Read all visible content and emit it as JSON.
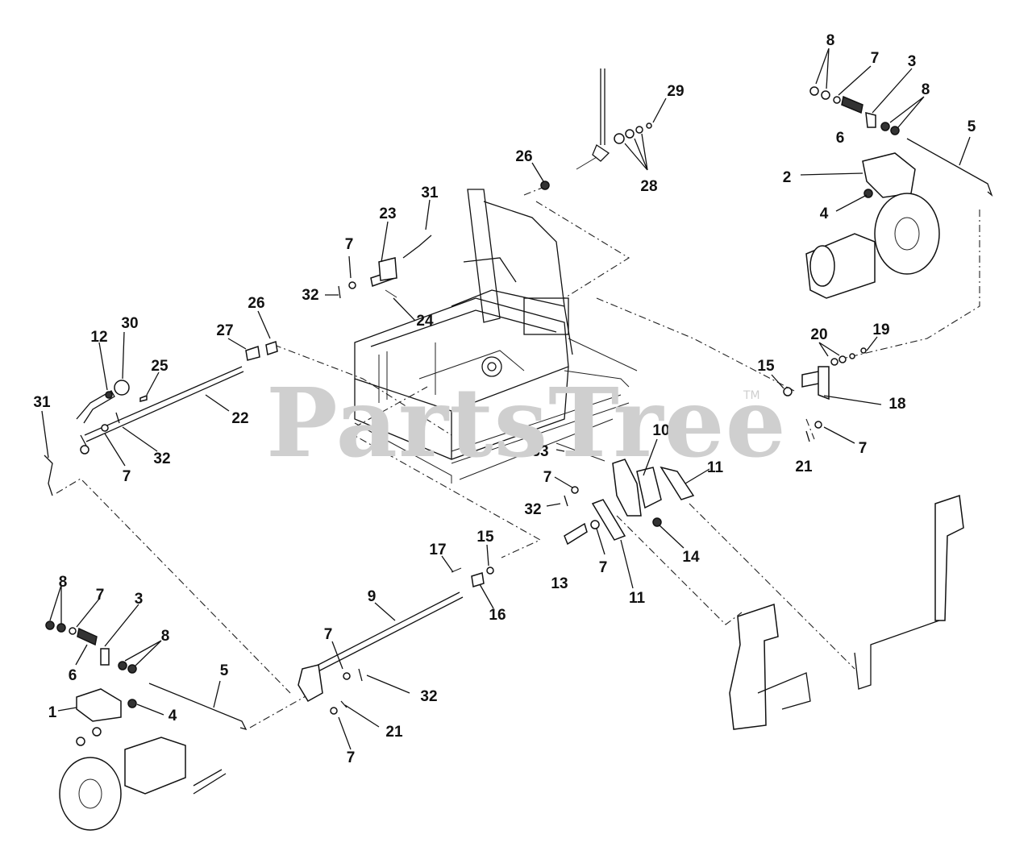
{
  "watermark": "PartsTree",
  "watermark_tm": "TM",
  "callouts": [
    {
      "id": "c8a",
      "text": "8"
    },
    {
      "id": "c7a",
      "text": "7"
    },
    {
      "id": "c3a",
      "text": "3"
    },
    {
      "id": "c8b",
      "text": "8"
    },
    {
      "id": "c6a",
      "text": "6"
    },
    {
      "id": "c5a",
      "text": "5"
    },
    {
      "id": "c2",
      "text": "2"
    },
    {
      "id": "c4a",
      "text": "4"
    },
    {
      "id": "c29",
      "text": "29"
    },
    {
      "id": "c26a",
      "text": "26"
    },
    {
      "id": "c28",
      "text": "28"
    },
    {
      "id": "c31a",
      "text": "31"
    },
    {
      "id": "c23",
      "text": "23"
    },
    {
      "id": "c7b",
      "text": "7"
    },
    {
      "id": "c32a",
      "text": "32"
    },
    {
      "id": "c24",
      "text": "24"
    },
    {
      "id": "c26b",
      "text": "26"
    },
    {
      "id": "c27",
      "text": "27"
    },
    {
      "id": "c30",
      "text": "30"
    },
    {
      "id": "c12",
      "text": "12"
    },
    {
      "id": "c25",
      "text": "25"
    },
    {
      "id": "c22",
      "text": "22"
    },
    {
      "id": "c31b",
      "text": "31"
    },
    {
      "id": "c7c",
      "text": "7"
    },
    {
      "id": "c32b",
      "text": "32"
    },
    {
      "id": "c20",
      "text": "20"
    },
    {
      "id": "c19",
      "text": "19"
    },
    {
      "id": "c15a",
      "text": "15"
    },
    {
      "id": "c18",
      "text": "18"
    },
    {
      "id": "c21a",
      "text": "21"
    },
    {
      "id": "c7d",
      "text": "7"
    },
    {
      "id": "c10",
      "text": "10"
    },
    {
      "id": "c33",
      "text": "33"
    },
    {
      "id": "c11a",
      "text": "11"
    },
    {
      "id": "c7e",
      "text": "7"
    },
    {
      "id": "c32c",
      "text": "32"
    },
    {
      "id": "c14",
      "text": "14"
    },
    {
      "id": "c13",
      "text": "13"
    },
    {
      "id": "c7f",
      "text": "7"
    },
    {
      "id": "c11b",
      "text": "11"
    },
    {
      "id": "c17",
      "text": "17"
    },
    {
      "id": "c15b",
      "text": "15"
    },
    {
      "id": "c16",
      "text": "16"
    },
    {
      "id": "c9",
      "text": "9"
    },
    {
      "id": "c8c",
      "text": "8"
    },
    {
      "id": "c7g",
      "text": "7"
    },
    {
      "id": "c3b",
      "text": "3"
    },
    {
      "id": "c8d",
      "text": "8"
    },
    {
      "id": "c6b",
      "text": "6"
    },
    {
      "id": "c1",
      "text": "1"
    },
    {
      "id": "c4b",
      "text": "4"
    },
    {
      "id": "c5b",
      "text": "5"
    },
    {
      "id": "c7h",
      "text": "7"
    },
    {
      "id": "c32d",
      "text": "32"
    },
    {
      "id": "c21b",
      "text": "21"
    },
    {
      "id": "c7i",
      "text": "7"
    }
  ]
}
